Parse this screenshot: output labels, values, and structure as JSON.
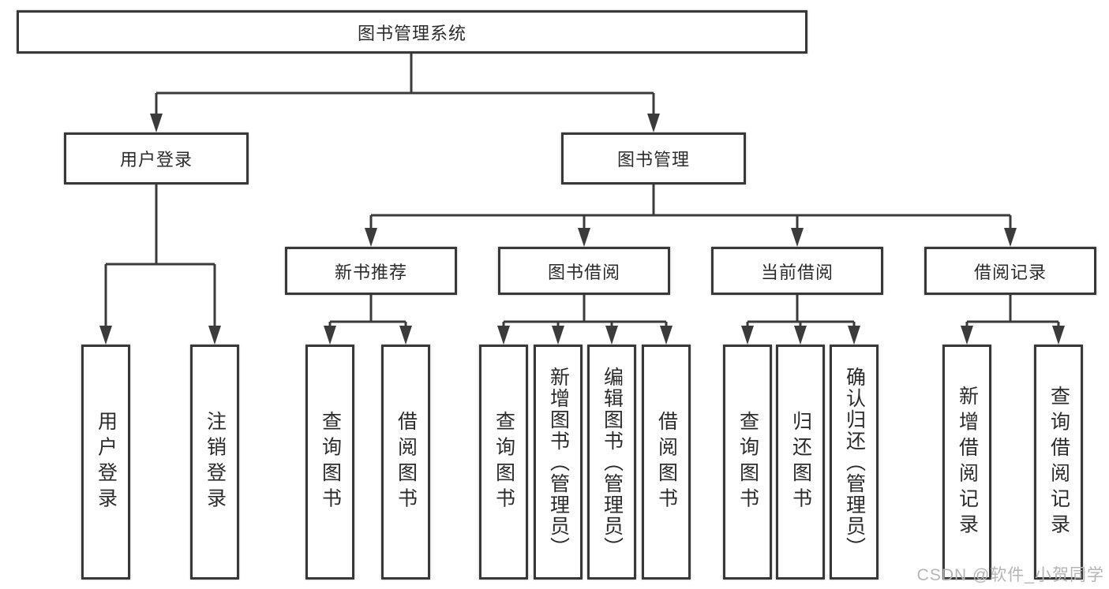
{
  "colors": {
    "line": "#3b3b3b",
    "box-border": "#383838",
    "text": "#2b2b2b",
    "watermark": "#b5b5b5",
    "bg": "#ffffff"
  },
  "watermark": "CSDN @软件_小贺同学",
  "nodes": {
    "root": {
      "label": "图书管理系统"
    },
    "user_login": {
      "label": "用户登录"
    },
    "book_mgmt": {
      "label": "图书管理"
    },
    "new_book": {
      "label": "新书推荐"
    },
    "book_borrow": {
      "label": "图书借阅"
    },
    "current_borrow": {
      "label": "当前借阅"
    },
    "borrow_record": {
      "label": "借阅记录"
    },
    "login": {
      "label": "用户登录"
    },
    "logout": {
      "label": "注销登录"
    },
    "nb_query": {
      "label": "查询图书"
    },
    "nb_borrow": {
      "label": "借阅图书"
    },
    "bb_query": {
      "label": "查询图书"
    },
    "bb_add": {
      "label": "新增图书（管理员）"
    },
    "bb_edit": {
      "label": "编辑图书（管理员）"
    },
    "bb_borrow": {
      "label": "借阅图书"
    },
    "cb_query": {
      "label": "查询图书"
    },
    "cb_return": {
      "label": "归还图书"
    },
    "cb_confirm": {
      "label": "确认归还（管理员）"
    },
    "br_add": {
      "label": "新增借阅记录"
    },
    "br_query": {
      "label": "查询借阅记录"
    }
  }
}
